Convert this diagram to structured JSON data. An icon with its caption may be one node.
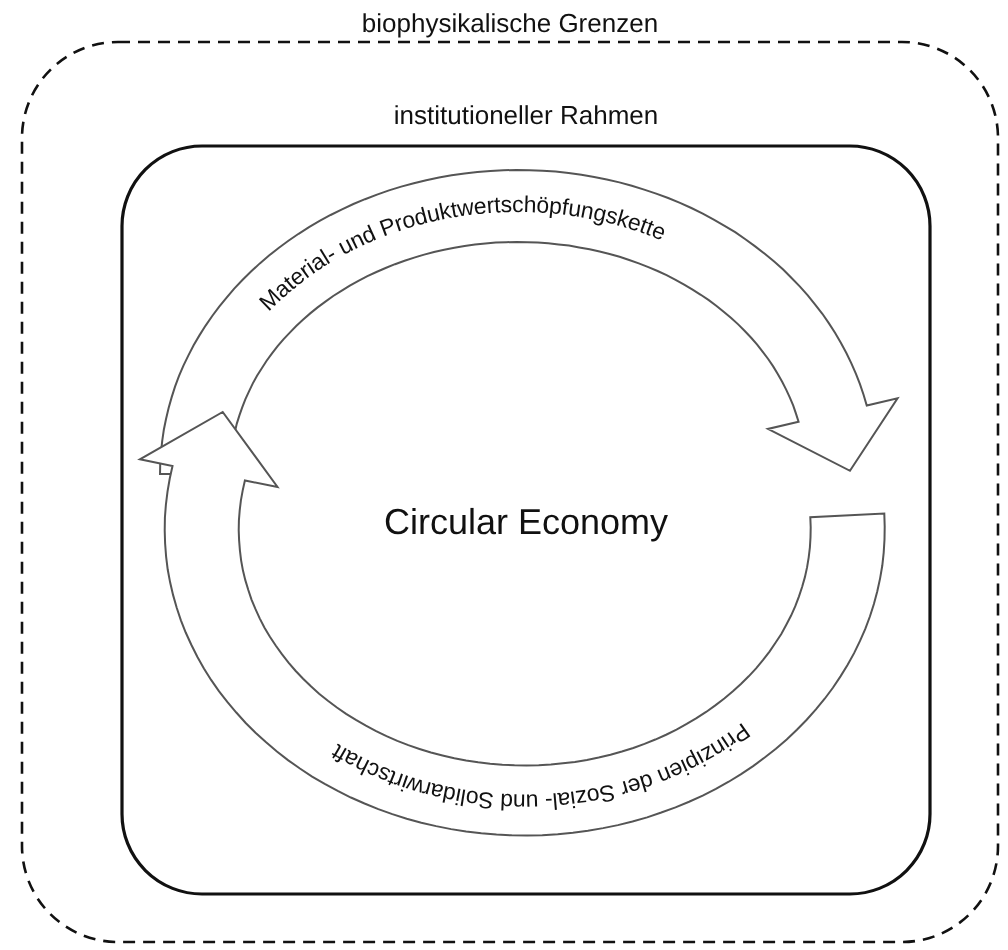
{
  "diagram": {
    "nodes": [
      {
        "text": [
          "biophysikalische Grenzen"
        ]
      },
      {
        "text": [
          "institutioneller Rahmen"
        ],
        "in": 0
      },
      {
        "text": [
          "Material- und Produktwertschöpfungskette"
        ],
        "in": 1
      },
      {
        "text": [
          "Prinzipien der Sozial- und Solidarwirtschaft"
        ],
        "in": 1
      }
    ],
    "labels": [
      "Circular Economy"
    ]
  }
}
